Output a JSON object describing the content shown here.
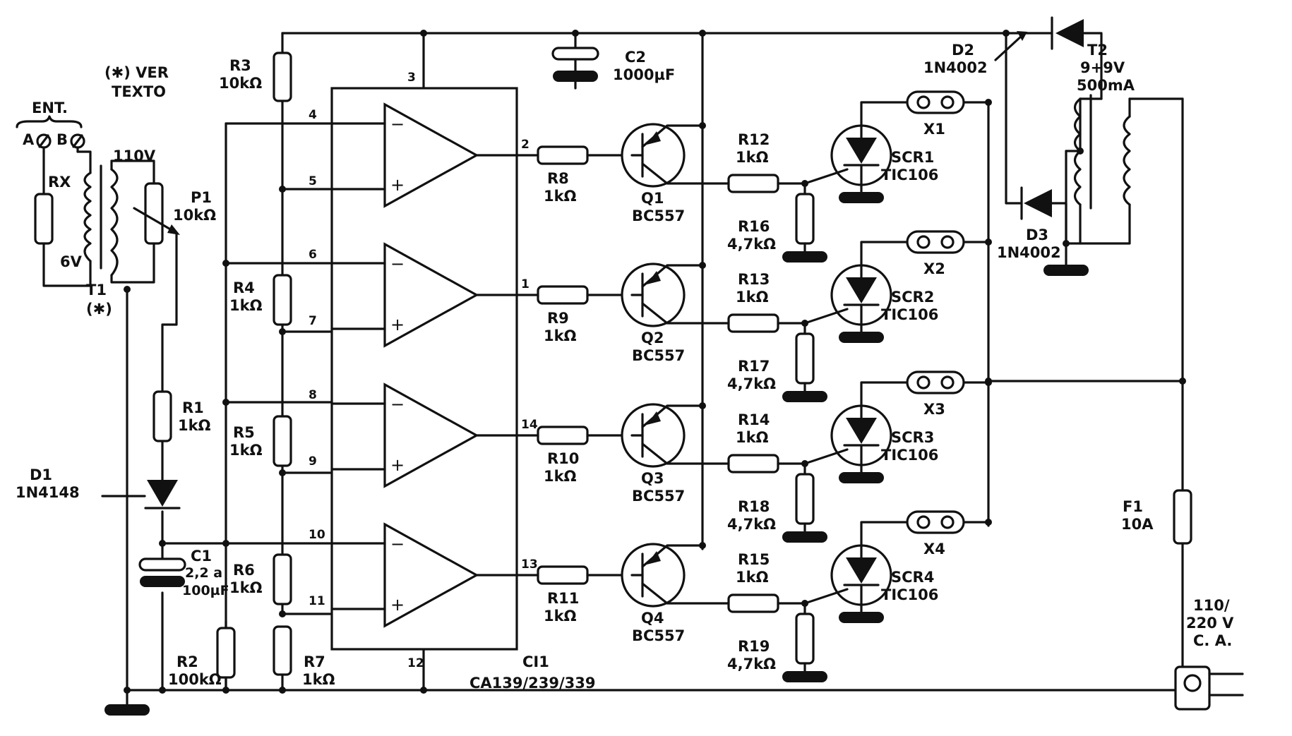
{
  "input": {
    "title": "ENT.",
    "a": "A",
    "b": "B",
    "rx": "RX"
  },
  "note": {
    "line1": "(✱) VER",
    "line2": "TEXTO"
  },
  "t1": {
    "name": "T1",
    "mark": "(✱)",
    "primary": "110V",
    "secondary": "6V"
  },
  "p1": {
    "name": "P1",
    "value": "10kΩ"
  },
  "r1": {
    "name": "R1",
    "value": "1kΩ"
  },
  "r2": {
    "name": "R2",
    "value": "100kΩ"
  },
  "r3": {
    "name": "R3",
    "value": "10kΩ"
  },
  "r4": {
    "name": "R4",
    "value": "1kΩ"
  },
  "r5": {
    "name": "R5",
    "value": "1kΩ"
  },
  "r6": {
    "name": "R6",
    "value": "1kΩ"
  },
  "r7": {
    "name": "R7",
    "value": "1kΩ"
  },
  "d1": {
    "name": "D1",
    "part": "1N4148"
  },
  "c1": {
    "name": "C1",
    "value1": "2,2 a",
    "value2": "100µF"
  },
  "c2": {
    "name": "C2",
    "value": "1000µF"
  },
  "ic": {
    "name": "CI1",
    "part": "CA139/239/339",
    "pin_vcc": "3",
    "pin_gnd": "12"
  },
  "comparators": [
    {
      "in_minus": "4",
      "in_plus": "5",
      "out": "2"
    },
    {
      "in_minus": "6",
      "in_plus": "7",
      "out": "1"
    },
    {
      "in_minus": "8",
      "in_plus": "9",
      "out": "14"
    },
    {
      "in_minus": "10",
      "in_plus": "11",
      "out": "13"
    }
  ],
  "signs": {
    "minus": "−",
    "plus": "+"
  },
  "channels": [
    {
      "rb": "R8",
      "rb_value": "1kΩ",
      "q": "Q1",
      "q_part": "BC557",
      "rg": "R12",
      "rg_value": "1kΩ",
      "rk": "R16",
      "rk_value": "4,7kΩ",
      "scr": "SCR1",
      "scr_part": "TIC106",
      "x": "X1"
    },
    {
      "rb": "R9",
      "rb_value": "1kΩ",
      "q": "Q2",
      "q_part": "BC557",
      "rg": "R13",
      "rg_value": "1kΩ",
      "rk": "R17",
      "rk_value": "4,7kΩ",
      "scr": "SCR2",
      "scr_part": "TIC106",
      "x": "X2"
    },
    {
      "rb": "R10",
      "rb_value": "1kΩ",
      "q": "Q3",
      "q_part": "BC557",
      "rg": "R14",
      "rg_value": "1kΩ",
      "rk": "R18",
      "rk_value": "4,7kΩ",
      "scr": "SCR3",
      "scr_part": "TIC106",
      "x": "X3"
    },
    {
      "rb": "R11",
      "rb_value": "1kΩ",
      "q": "Q4",
      "q_part": "BC557",
      "rg": "R15",
      "rg_value": "1kΩ",
      "rk": "R19",
      "rk_value": "4,7kΩ",
      "scr": "SCR4",
      "scr_part": "TIC106",
      "x": "X4"
    }
  ],
  "d2": {
    "name": "D2",
    "part": "1N4002"
  },
  "d3": {
    "name": "D3",
    "part": "1N4002"
  },
  "t2": {
    "name": "T2",
    "voltage": "9+9V",
    "current": "500mA"
  },
  "f1": {
    "name": "F1",
    "value": "10A"
  },
  "mains": {
    "line1": "110/",
    "line2": "220 V",
    "line3": "C. A."
  }
}
